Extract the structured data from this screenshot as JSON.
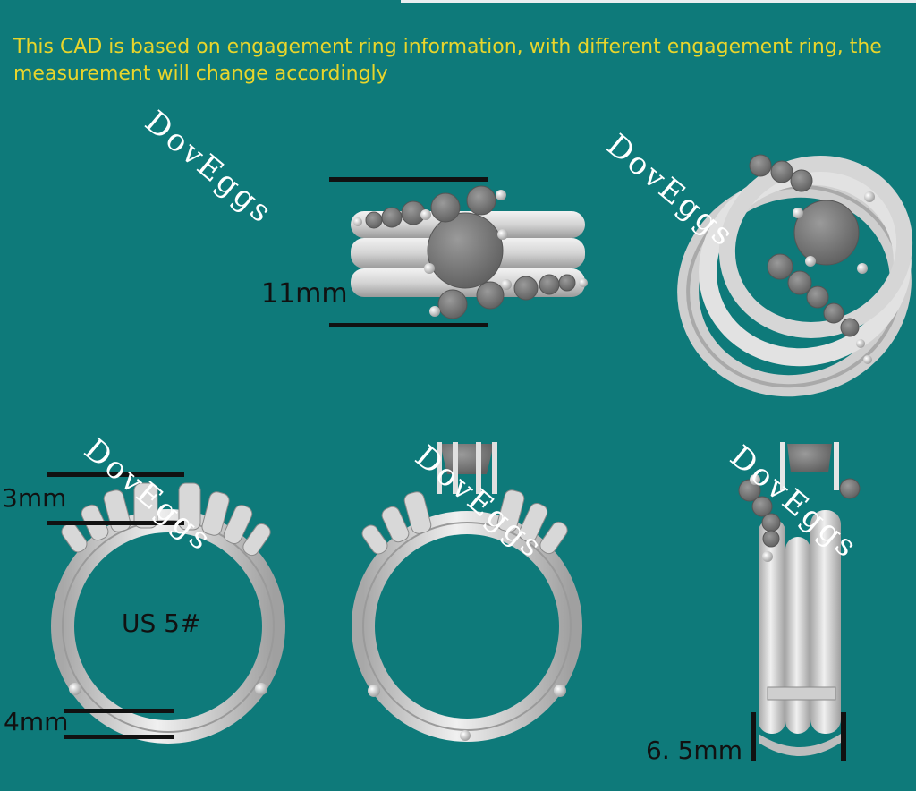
{
  "disclaimer": "This CAD is based on engagement ring information, with different engagement ring, the measurement will change accordingly",
  "watermark": "DovEggs",
  "measurements": {
    "height": "11mm",
    "top_depth": "3mm",
    "size": "US  5#",
    "band_thickness": "4mm",
    "width": "6. 5mm"
  },
  "colors": {
    "background": "#0e7a7a",
    "disclaimer_text": "#e8d52b",
    "metal": "#dcdcdc",
    "stone": "#7a7a7a",
    "dimension_line": "#111111"
  }
}
